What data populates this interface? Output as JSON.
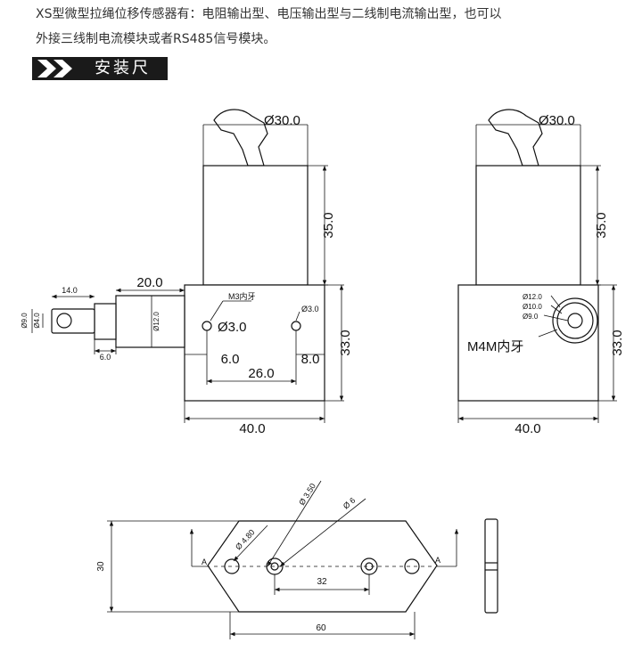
{
  "intro": {
    "line1": "XS型微型拉绳位移传感器有：电阻输出型、电压输出型与二线制电流输出型，也可以",
    "line2": "外接三线制电流模块或者RS485信号模块。"
  },
  "section": {
    "title": "安装尺寸",
    "icon": "double-chevron-right-icon"
  },
  "front_view": {
    "cable_diameter": "Ø30.0",
    "body_height": "35.0",
    "hook_length": "14.0",
    "shaft_length": "20.0",
    "eye_outer": "Ø9.0",
    "eye_inner": "Ø4.0",
    "shaft_diameter": "Ø12.0",
    "neck_length": "6.0",
    "thread_note": "M3内牙",
    "hole_small": "Ø3.0",
    "hole_large": "Ø3.0",
    "hole_offset": "6.0",
    "hole_spacing": "26.0",
    "hole_edge": "8.0",
    "base_height": "33.0",
    "base_width": "40.0"
  },
  "side_view": {
    "cable_diameter": "Ø30.0",
    "body_height": "35.0",
    "ring_outer": "Ø12.0",
    "ring_middle": "Ø10.0",
    "ring_inner": "Ø9.0",
    "thread_note": "M4M内牙",
    "base_height": "33.0",
    "base_width": "40.0"
  },
  "plate_view": {
    "height": "30",
    "width": "60",
    "hole_spacing": "32",
    "slot_diameter": "Ø 4.80",
    "hole_diameter_a": "Ø 3.50",
    "hole_diameter_b": "Ø 6",
    "section_label_left": "A",
    "section_label_right": "A"
  }
}
